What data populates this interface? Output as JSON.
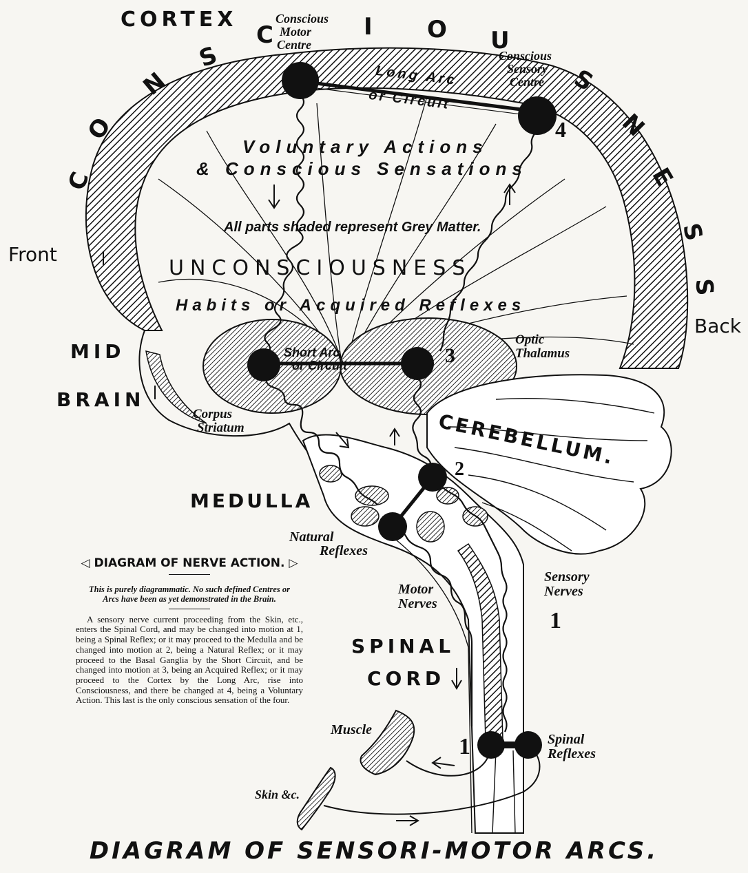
{
  "cortex_label": "CORTEX",
  "consciousness_letters": [
    "C",
    "O",
    "N",
    "S",
    "C",
    "I",
    "O",
    "U",
    "S",
    "N",
    "E",
    "S",
    "S"
  ],
  "conscious_motor_centre": [
    "Conscious",
    "Motor",
    "Centre"
  ],
  "conscious_sensory_centre": [
    "Conscious",
    "Sensory",
    "Centre"
  ],
  "long_arc": [
    "Long Arc",
    "or Circuit"
  ],
  "voluntary_line1": "Voluntary Actions",
  "voluntary_line2": "& Conscious Sensations",
  "grey_matter_note": "All parts shaded represent Grey Matter.",
  "front_label": "Front",
  "back_label": "Back",
  "unconsciousness_label": "UNCONSCIOUSNESS",
  "habits_label": "Habits or Acquired Reflexes",
  "mid_label": "MID",
  "brain_label": "BRAIN",
  "short_arc": [
    "Short Arc",
    "or Circuit"
  ],
  "optic_thalamus": [
    "Optic",
    "Thalamus"
  ],
  "corpus_striatum": [
    "Corpus",
    "Striatum"
  ],
  "cerebellum_label": "CEREBELLUM.",
  "medulla_label": "MEDULLA",
  "natural_reflexes": [
    "Natural",
    "Reflexes"
  ],
  "motor_nerves": [
    "Motor",
    "Nerves"
  ],
  "sensory_nerves": [
    "Sensory",
    "Nerves"
  ],
  "spinal_cord": [
    "SPINAL",
    "CORD"
  ],
  "muscle_label": "Muscle",
  "skin_label": "Skin &c.",
  "spinal_reflexes": [
    "Spinal",
    "Reflexes"
  ],
  "numbers": {
    "one_spinal": "1",
    "one_sensory": "1",
    "two": "2",
    "three": "3",
    "four": "4"
  },
  "note": {
    "title": "◁ DIAGRAM OF NERVE ACTION. ▷",
    "subtitle": "This is purely diagrammatic. No such defined Centres or Arcs have been as yet demonstrated in the Brain.",
    "body": "A sensory nerve current proceeding from the Skin, etc., enters the Spinal Cord, and may be changed into motion at 1, being a Spinal Reflex; or it may proceed to the Medulla and be changed into motion at 2, being a Natural Reflex; or it may proceed to the Basal Ganglia by the Short Circuit, and be changed into motion at 3, being an Acquired Reflex; or it may proceed to the Cortex by the Long Arc, rise into Consciousness, and there be changed at 4, being a Voluntary Action. This last is the only conscious sensation of the four."
  },
  "caption": "DIAGRAM OF SENSORI-MOTOR ARCS."
}
